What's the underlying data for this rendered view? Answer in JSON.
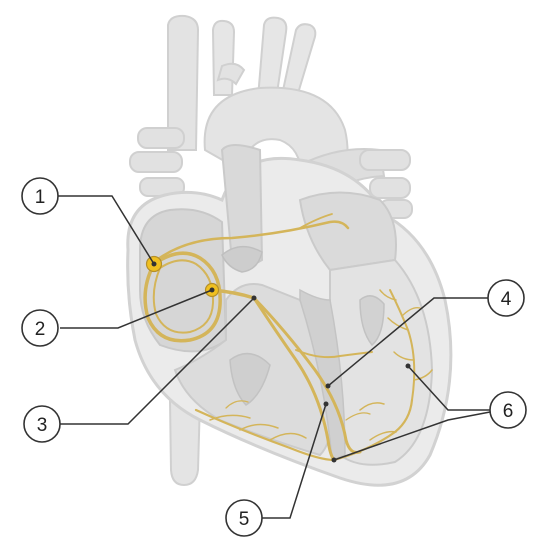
{
  "colors": {
    "background": "#ffffff",
    "heart_outline": "#d4d4d4",
    "heart_fill": "#e9e9e9",
    "heart_inner": "#dcdcdc",
    "chamber": "#cfcfcf",
    "conduction": "#d4b55a",
    "conduction_dark": "#b48f2b",
    "node": "#f0c020",
    "leader_line": "#333333",
    "callout_border": "#333333",
    "callout_fill": "#ffffff"
  },
  "callouts": [
    {
      "label": "1"
    },
    {
      "label": "2"
    },
    {
      "label": "3"
    },
    {
      "label": "4"
    },
    {
      "label": "5"
    },
    {
      "label": "6"
    }
  ]
}
